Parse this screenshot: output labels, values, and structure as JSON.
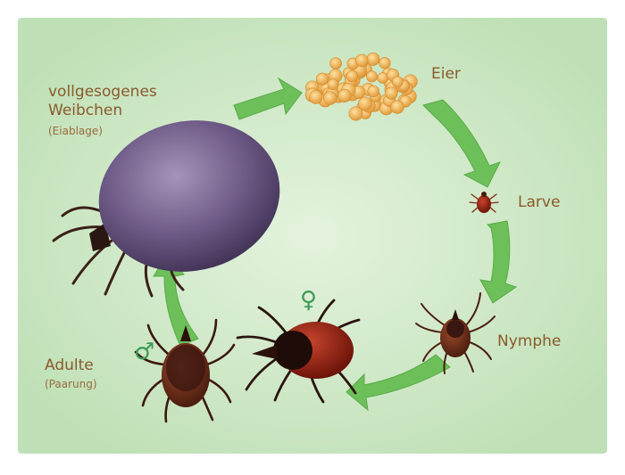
{
  "diagram": {
    "title": "",
    "colors": {
      "background": "#cfe8c7",
      "border": "#ffffff",
      "arrow": "#6cbf59",
      "arrow_dark": "#4f9e43",
      "label": "#8a5a2c",
      "symbol": "#3f9a57",
      "engorged_body": "#6e5a86",
      "eggs": "#f3b45a",
      "tick_dark": "#3a1c14",
      "tick_red": "#8e1f12"
    },
    "stages": {
      "eier": {
        "label": "Eier"
      },
      "larve": {
        "label": "Larve"
      },
      "nymphe": {
        "label": "Nymphe"
      },
      "adulte": {
        "label": "Adulte",
        "sublabel": "(Paarung)"
      },
      "weibchen": {
        "line1": "vollgesogenes",
        "line2": "Weibchen",
        "sublabel": "(Eiablage)"
      }
    },
    "symbols": {
      "female": "♀",
      "male": "♂"
    }
  }
}
